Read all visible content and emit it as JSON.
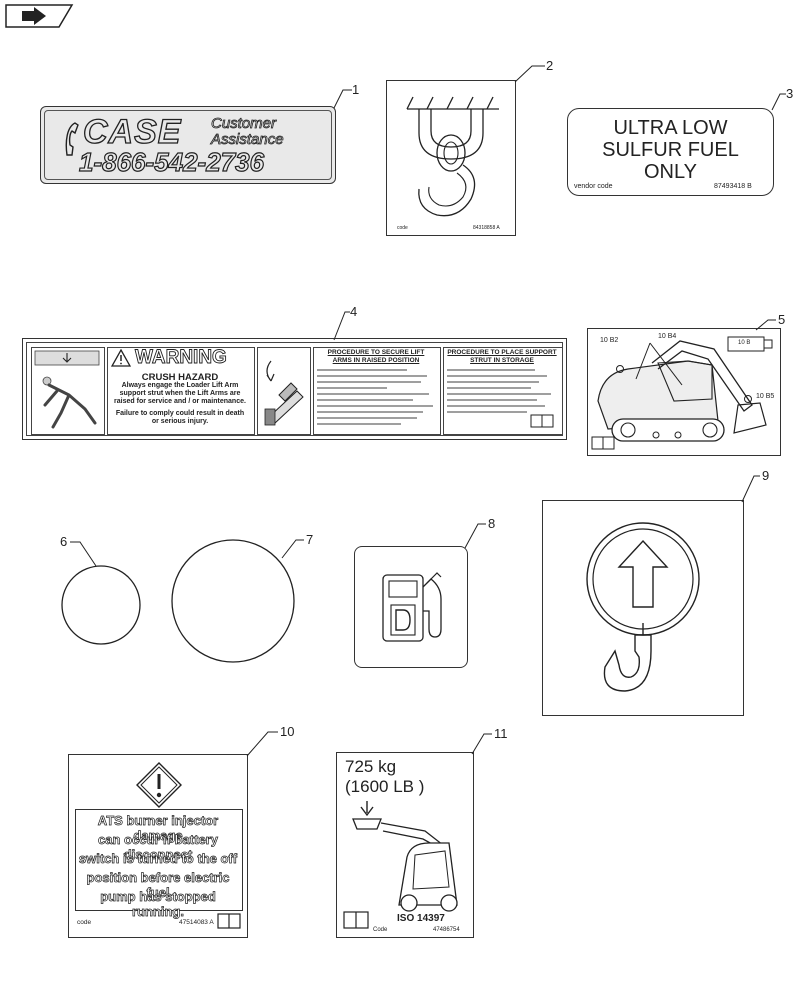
{
  "callouts": [
    "1",
    "2",
    "3",
    "4",
    "5",
    "6",
    "7",
    "8",
    "9",
    "10",
    "11"
  ],
  "decal1": {
    "brand": "CASE",
    "line1": "Customer",
    "line2": "Assistance",
    "phone": "1-866-542-2736"
  },
  "decal2": {
    "left": "code",
    "right": "84318858 A"
  },
  "decal3": {
    "line1": "ULTRA LOW",
    "line2": "SULFUR FUEL",
    "line3": "ONLY",
    "left": "vendor code",
    "right": "87493418 B"
  },
  "decal4": {
    "warning": "WARNING",
    "hazard": "CRUSH HAZARD",
    "body1": "Always engage the Loader Lift Arm",
    "body2": "support strut when the Lift Arms are",
    "body3": "raised for service and / or maintenance.",
    "body4": "Failure to comply could result in death",
    "body5": "or serious injury.",
    "proc1_title1": "PROCEDURE TO SECURE LIFT",
    "proc1_title2": "ARMS IN RAISED POSITION",
    "proc2_title1": "PROCEDURE TO PLACE SUPPORT",
    "proc2_title2": "STRUT IN STORAGE"
  },
  "decal5": {
    "label_a": "10 B2",
    "label_b": "10 B4",
    "label_c": "10 B",
    "label_d": "10 B5"
  },
  "decal10": {
    "line1": "ATS burner injector damage",
    "line2": "can occur if battery disconnect",
    "line3": "switch is turned to the off",
    "line4": "position before electric fuel",
    "line5": "pump has stopped running.",
    "left": "code",
    "right": "47514083 A"
  },
  "decal11": {
    "kg": "725 kg",
    "lb": "(1600 LB )",
    "iso": "ISO 14397",
    "left": "Code",
    "right": "47486754"
  }
}
